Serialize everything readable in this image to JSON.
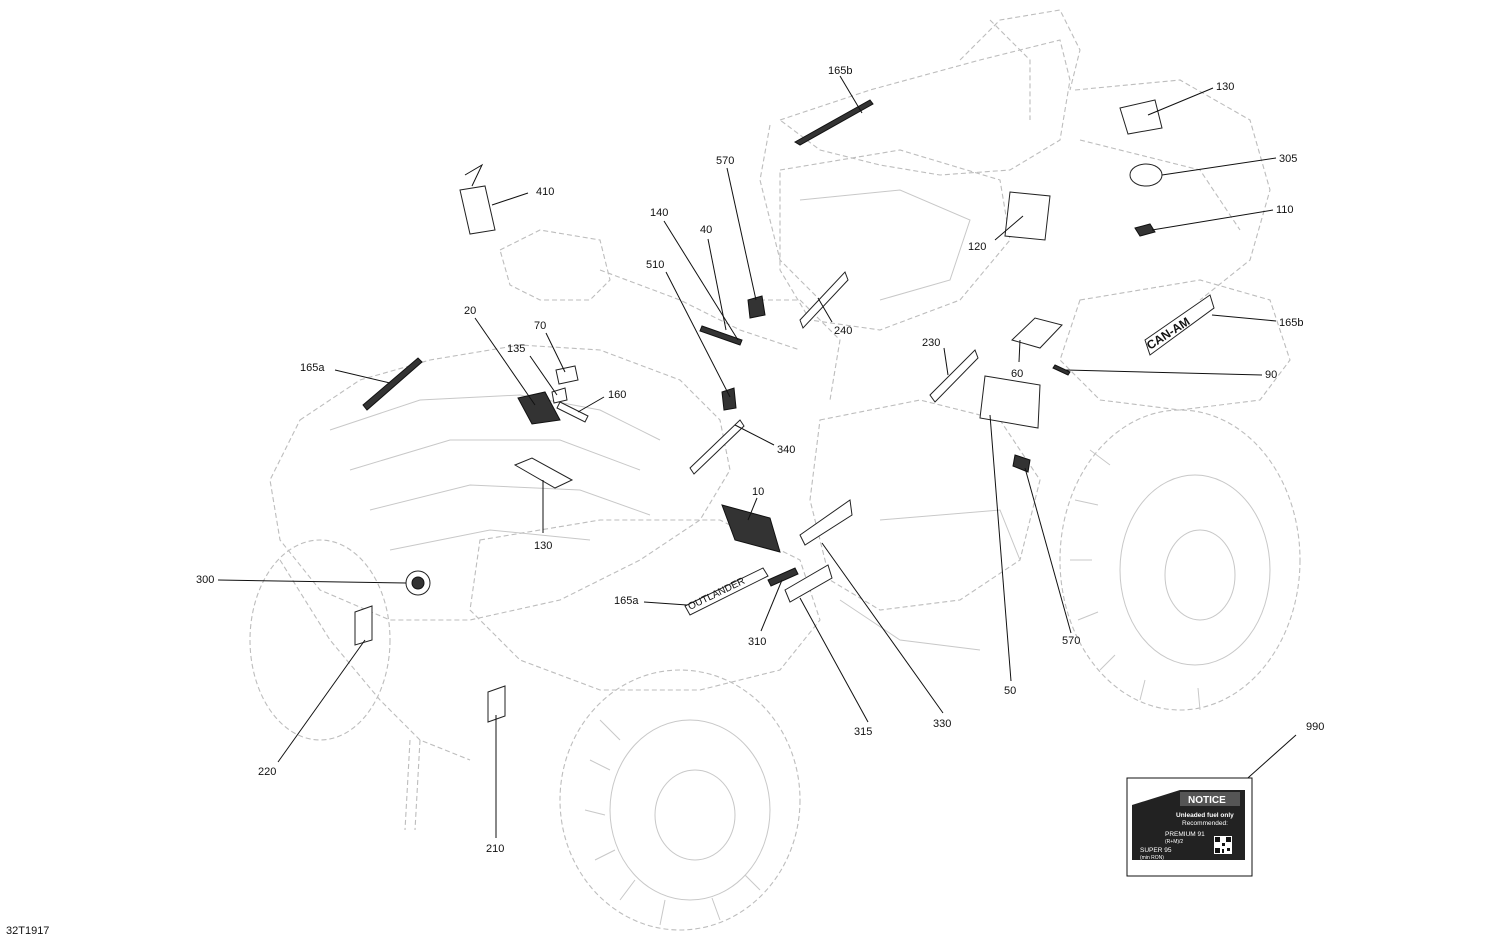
{
  "diagram": {
    "reference_code": "32T1917",
    "callouts": {
      "c165b_top": "165b",
      "c130_right": "130",
      "c305": "305",
      "c110": "110",
      "c165b_right": "165b",
      "c90": "90",
      "c410": "410",
      "c570_top": "570",
      "c140": "140",
      "c40": "40",
      "c510": "510",
      "c120": "120",
      "c240": "240",
      "c230": "230",
      "c60": "60",
      "c20": "20",
      "c70": "70",
      "c135": "135",
      "c160": "160",
      "c165a_left": "165a",
      "c340": "340",
      "c10": "10",
      "c130_left": "130",
      "c300": "300",
      "c165a_mid": "165a",
      "c310": "310",
      "c315": "315",
      "c330": "330",
      "c50": "50",
      "c570_bottom": "570",
      "c220": "220",
      "c210": "210",
      "c990": "990"
    },
    "decal_texts": {
      "outlander": "OUTLANDER",
      "canam": "CAN-AM"
    },
    "notice_label": {
      "title": "NOTICE",
      "line1": "Unleaded fuel only",
      "line2": "Recommended:",
      "premium": "PREMIUM 91",
      "premium_sub": "(R+M)/2",
      "super": "SUPER 95",
      "super_sub": "(min RON)"
    }
  }
}
